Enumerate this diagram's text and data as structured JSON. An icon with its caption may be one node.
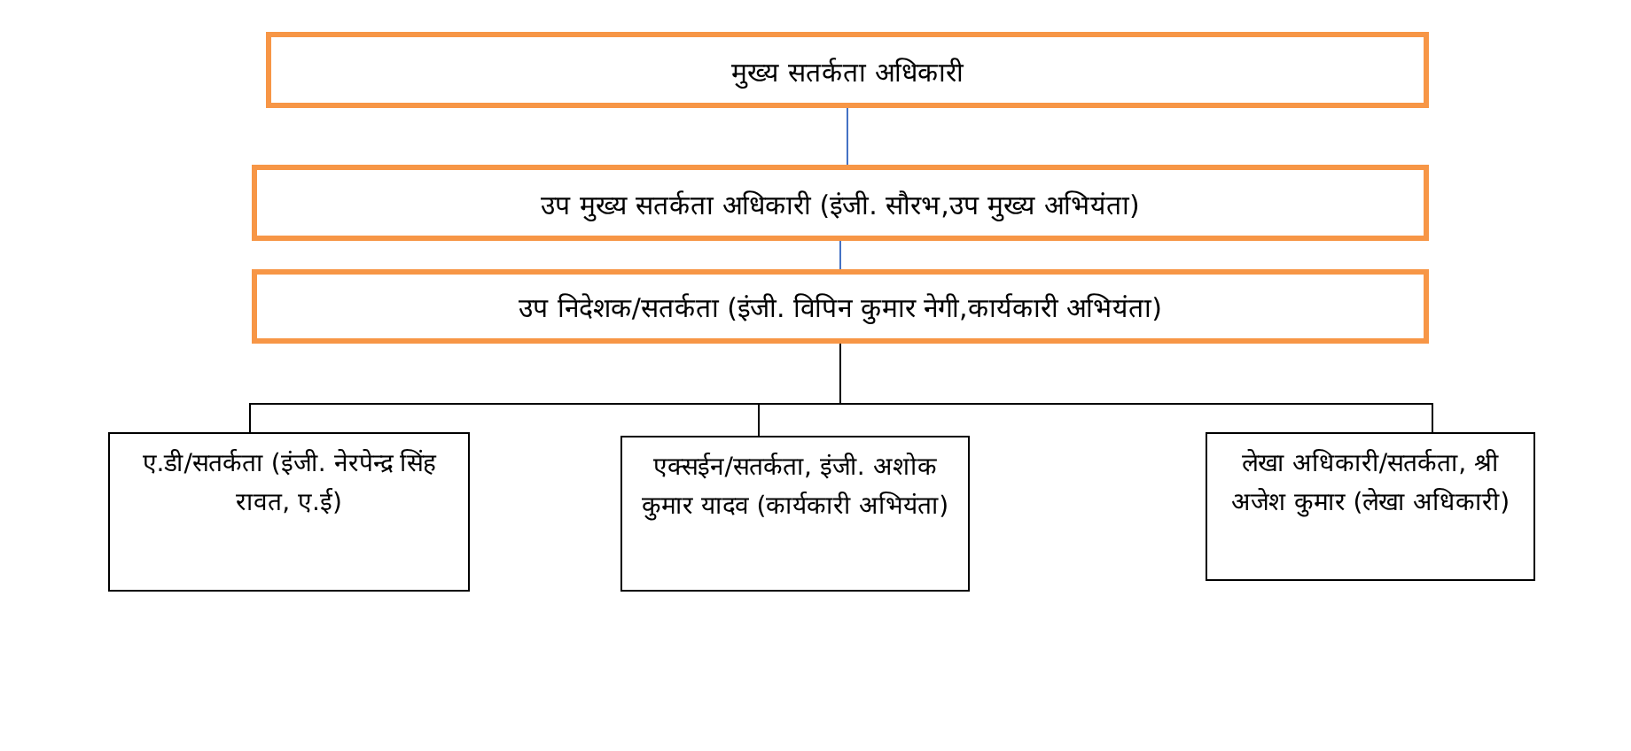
{
  "diagram": {
    "nodes": [
      {
        "text": [
          "मुख्य सतर्कता अधिकारी"
        ]
      },
      {
        "text": [
          "उप मुख्य सतर्कता अधिकारी (इंजी. सौरभ,उप मुख्य अभियंता)"
        ]
      },
      {
        "text": [
          "उप निदेशक/सतर्कता (इंजी. विपिन कुमार नेगी,कार्यकारी अभियंता)"
        ]
      },
      {
        "text": [
          "ए.डी/सतर्कता (इंजी. नेरपेन्द्र सिंह रावत, ए.ई)"
        ]
      },
      {
        "text": [
          "एक्सईन/सतर्कता, इंजी. अशोक कुमार यादव (कार्यकारी अभियंता)"
        ]
      },
      {
        "text": [
          "लेखा अधिकारी/सतर्कता, श्री अजेश कुमार (लेखा अधिकारी)"
        ]
      }
    ],
    "edges": [
      {
        "from": 0,
        "to": 1,
        "arrow": "none",
        "color": "#4472c4"
      },
      {
        "from": 1,
        "to": 2,
        "arrow": "none",
        "color": "#4472c4"
      },
      {
        "from": 2,
        "to": 3,
        "arrow": "none"
      },
      {
        "from": 2,
        "to": 4,
        "arrow": "none"
      },
      {
        "from": 2,
        "to": 5,
        "arrow": "none"
      }
    ]
  }
}
